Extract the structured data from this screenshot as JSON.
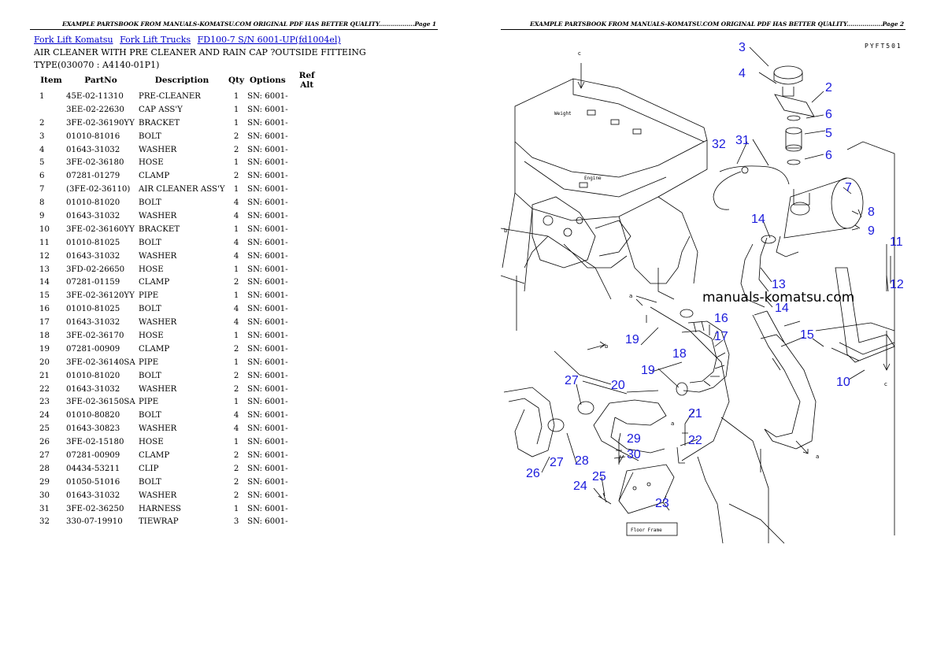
{
  "header": {
    "left": "EXAMPLE PARTSBOOK FROM MANUALS-KOMATSU.COM ORIGINAL PDF HAS BETTER QUALITY..................Page 1",
    "right": "EXAMPLE PARTSBOOK FROM MANUALS-KOMATSU.COM ORIGINAL PDF HAS BETTER QUALITY..................Page 2"
  },
  "breadcrumb": [
    "Fork Lift Komatsu",
    "Fork Lift Trucks",
    "FD100-7 S/N 6001-UP(fd1004el)"
  ],
  "title": "AIR CLEANER WITH PRE CLEANER AND RAIN CAP ?OUTSIDE FITTEING TYPE(030070 : A4140-01P1)",
  "table": {
    "headers": [
      "Item",
      "PartNo",
      "Description",
      "Qty",
      "Options",
      "Ref Alt"
    ],
    "rows": [
      [
        "1",
        "45E-02-11310",
        "PRE-CLEANER",
        "1",
        "SN: 6001-",
        ""
      ],
      [
        "",
        "3EE-02-22630",
        "CAP ASS'Y",
        "1",
        "SN: 6001-",
        ""
      ],
      [
        "2",
        "3FE-02-36190YY",
        "BRACKET",
        "1",
        "SN: 6001-",
        ""
      ],
      [
        "3",
        "01010-81016",
        "BOLT",
        "2",
        "SN: 6001-",
        ""
      ],
      [
        "4",
        "01643-31032",
        "WASHER",
        "2",
        "SN: 6001-",
        ""
      ],
      [
        "5",
        "3FE-02-36180",
        "HOSE",
        "1",
        "SN: 6001-",
        ""
      ],
      [
        "6",
        "07281-01279",
        "CLAMP",
        "2",
        "SN: 6001-",
        ""
      ],
      [
        "7",
        "(3FE-02-36110)",
        "AIR CLEANER ASS'Y",
        "1",
        "SN: 6001-",
        ""
      ],
      [
        "8",
        "01010-81020",
        "BOLT",
        "4",
        "SN: 6001-",
        ""
      ],
      [
        "9",
        "01643-31032",
        "WASHER",
        "4",
        "SN: 6001-",
        ""
      ],
      [
        "10",
        "3FE-02-36160YY",
        "BRACKET",
        "1",
        "SN: 6001-",
        ""
      ],
      [
        "11",
        "01010-81025",
        "BOLT",
        "4",
        "SN: 6001-",
        ""
      ],
      [
        "12",
        "01643-31032",
        "WASHER",
        "4",
        "SN: 6001-",
        ""
      ],
      [
        "13",
        "3FD-02-26650",
        "HOSE",
        "1",
        "SN: 6001-",
        ""
      ],
      [
        "14",
        "07281-01159",
        "CLAMP",
        "2",
        "SN: 6001-",
        ""
      ],
      [
        "15",
        "3FE-02-36120YY",
        "PIPE",
        "1",
        "SN: 6001-",
        ""
      ],
      [
        "16",
        "01010-81025",
        "BOLT",
        "4",
        "SN: 6001-",
        ""
      ],
      [
        "17",
        "01643-31032",
        "WASHER",
        "4",
        "SN: 6001-",
        ""
      ],
      [
        "18",
        "3FE-02-36170",
        "HOSE",
        "1",
        "SN: 6001-",
        ""
      ],
      [
        "19",
        "07281-00909",
        "CLAMP",
        "2",
        "SN: 6001-",
        ""
      ],
      [
        "20",
        "3FE-02-36140SA",
        "PIPE",
        "1",
        "SN: 6001-",
        ""
      ],
      [
        "21",
        "01010-81020",
        "BOLT",
        "2",
        "SN: 6001-",
        ""
      ],
      [
        "22",
        "01643-31032",
        "WASHER",
        "2",
        "SN: 6001-",
        ""
      ],
      [
        "23",
        "3FE-02-36150SA",
        "PIPE",
        "1",
        "SN: 6001-",
        ""
      ],
      [
        "24",
        "01010-80820",
        "BOLT",
        "4",
        "SN: 6001-",
        ""
      ],
      [
        "25",
        "01643-30823",
        "WASHER",
        "4",
        "SN: 6001-",
        ""
      ],
      [
        "26",
        "3FE-02-15180",
        "HOSE",
        "1",
        "SN: 6001-",
        ""
      ],
      [
        "27",
        "07281-00909",
        "CLAMP",
        "2",
        "SN: 6001-",
        ""
      ],
      [
        "28",
        "04434-53211",
        "CLIP",
        "2",
        "SN: 6001-",
        ""
      ],
      [
        "29",
        "01050-51016",
        "BOLT",
        "2",
        "SN: 6001-",
        ""
      ],
      [
        "30",
        "01643-31032",
        "WASHER",
        "2",
        "SN: 6001-",
        ""
      ],
      [
        "31",
        "3FE-02-36250",
        "HARNESS",
        "1",
        "SN: 6001-",
        ""
      ],
      [
        "32",
        "330-07-19910",
        "TIEWRAP",
        "3",
        "SN: 6001-",
        ""
      ]
    ]
  },
  "diagram": {
    "watermark": "manuals-komatsu.com",
    "code": "PYFT501",
    "engine_label": "Engine",
    "weight_label": "Weight",
    "floor_label": "Floor Frame",
    "callouts": [
      "3",
      "4",
      "2",
      "6",
      "5",
      "6",
      "7",
      "32",
      "31",
      "8",
      "9",
      "14",
      "11",
      "12",
      "13",
      "14",
      "16",
      "17",
      "15",
      "19",
      "18",
      "19",
      "10",
      "27",
      "20",
      "21",
      "22",
      "29",
      "28",
      "30",
      "26",
      "27",
      "24",
      "25",
      "23"
    ],
    "letters": [
      "c",
      "a",
      "b",
      "b",
      "a",
      "c",
      "a"
    ]
  },
  "colors": {
    "link": "#0000cc",
    "callout": "#1a1adb"
  }
}
